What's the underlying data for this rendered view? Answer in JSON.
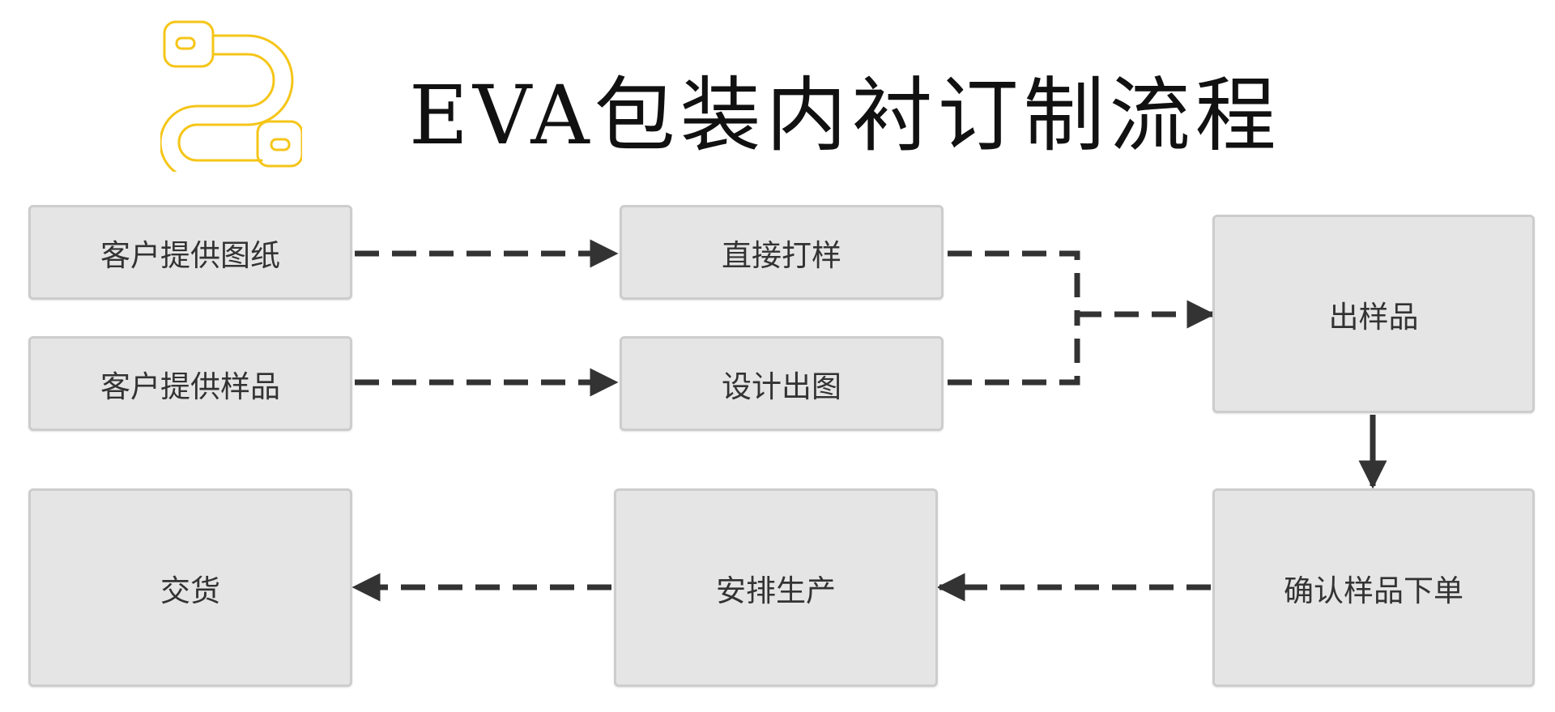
{
  "title": "EVA包装内衬订制流程",
  "logo": {
    "icon": "cable-connector-icon",
    "color": "#f5c518"
  },
  "colors": {
    "node_fill": "#e5e5e5",
    "node_border": "#cdcdcd",
    "connector": "#333333",
    "text": "#333333"
  },
  "nodes": {
    "customer_drawings": "客户提供图纸",
    "customer_sample": "客户提供样品",
    "direct_proofing": "直接打样",
    "design_drawing": "设计出图",
    "sample_out": "出样品",
    "confirm_order": "确认样品下单",
    "arrange_production": "安排生产",
    "delivery": "交货"
  },
  "edges": [
    {
      "from": "customer_drawings",
      "to": "direct_proofing",
      "style": "dashed"
    },
    {
      "from": "customer_sample",
      "to": "design_drawing",
      "style": "dashed"
    },
    {
      "from": "direct_proofing",
      "to": "sample_out",
      "style": "dashed"
    },
    {
      "from": "design_drawing",
      "to": "sample_out",
      "style": "dashed"
    },
    {
      "from": "sample_out",
      "to": "confirm_order",
      "style": "solid"
    },
    {
      "from": "confirm_order",
      "to": "arrange_production",
      "style": "dashed"
    },
    {
      "from": "arrange_production",
      "to": "delivery",
      "style": "dashed"
    }
  ]
}
